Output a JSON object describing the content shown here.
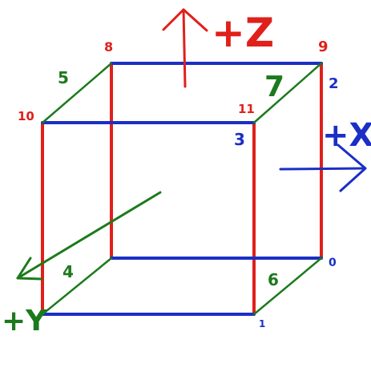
{
  "colors": {
    "red": "#e0201b",
    "blue": "#1b2fc4",
    "green": "#1c7a1c"
  },
  "labels": {
    "z_axis": "+Z",
    "x_axis": "+X",
    "y_axis": "+Y",
    "v0": "0",
    "v1": "1",
    "v2": "2",
    "v3": "3",
    "v8": "8",
    "v9": "9",
    "v10": "10",
    "v11": "11",
    "e4": "4",
    "e5": "5",
    "e6": "6",
    "e7": "7"
  }
}
